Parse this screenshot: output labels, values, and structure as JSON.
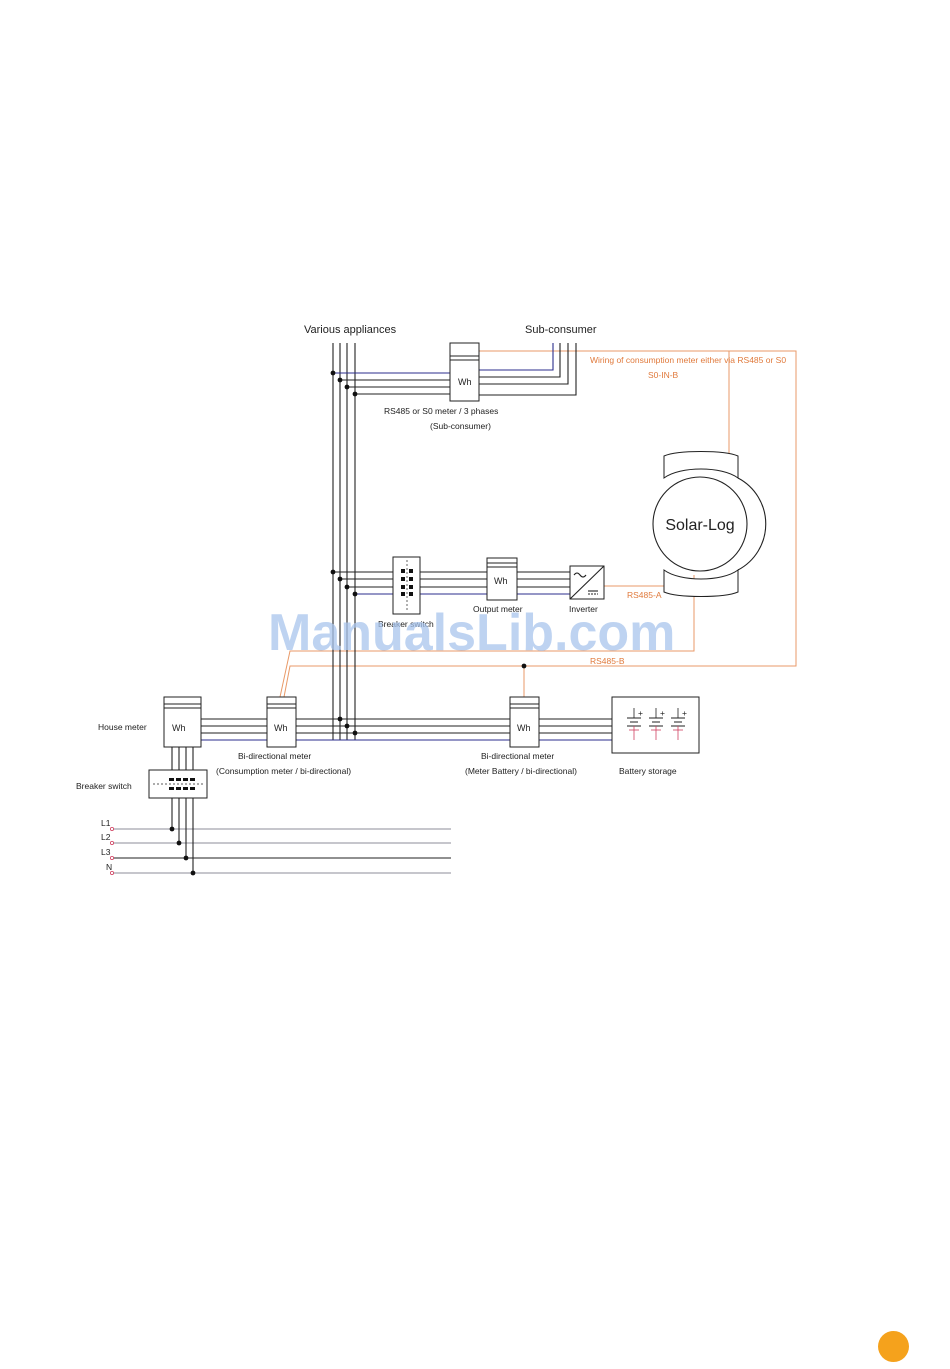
{
  "labels": {
    "various_appliances": "Various appliances",
    "sub_consumer": "Sub-consumer",
    "wiring_note_1": "Wiring of consumption meter either via RS485 or S0",
    "wiring_note_2": "S0-IN-B",
    "sub_meter_1": "RS485 or S0 meter / 3 phases",
    "sub_meter_2": "(Sub-consumer)",
    "solar_log": "Solar-Log",
    "breaker_switch_pv": "Breaker switch",
    "output_meter": "Output meter",
    "inverter": "Inverter",
    "rs485_a": "RS485-A",
    "rs485_b": "RS485-B",
    "house_meter": "House meter",
    "bidir_meter_1a": "Bi-directional meter",
    "bidir_meter_1b": "(Consumption meter / bi-directional)",
    "bidir_meter_2a": "Bi-directional meter",
    "bidir_meter_2b": "(Meter Battery / bi-directional)",
    "battery_storage": "Battery storage",
    "breaker_switch_main": "Breaker switch",
    "wh": "Wh",
    "l1": "L1",
    "l2": "L2",
    "l3": "L3",
    "n": "N"
  },
  "watermark": "ManualsLib.com",
  "colors": {
    "phase": "#222222",
    "neutral": "#2b2e8c",
    "data_cable": "#e99a68",
    "watermark": "#a8c4ec",
    "page_badge": "#f5a21c"
  }
}
